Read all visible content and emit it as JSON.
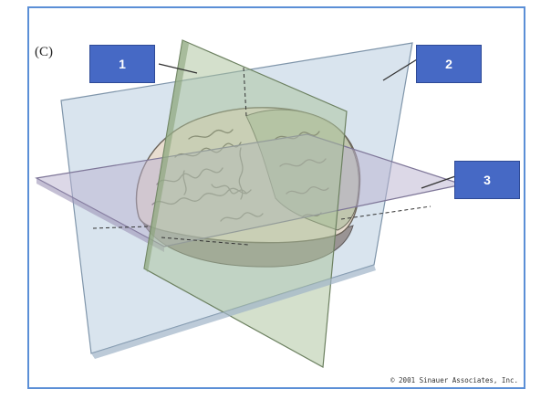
{
  "panel_label": "(C)",
  "credit": "© 2001 Sinauer Associates, Inc.",
  "callouts": [
    {
      "label": "1",
      "refers_to": "vertical green plane"
    },
    {
      "label": "2",
      "refers_to": "vertical blue plane"
    },
    {
      "label": "3",
      "refers_to": "horizontal purple plane"
    }
  ],
  "colors": {
    "frame_border": "#5b8fd6",
    "callout_fill": "#4669c5",
    "plane_green": "#a9c29a",
    "plane_blue": "#b9cde0",
    "plane_purple": "#b9b1d0",
    "brain_pale": "#e8ddd0",
    "brain_green": "#b8c2a8",
    "brain_gray": "#9a9494"
  }
}
